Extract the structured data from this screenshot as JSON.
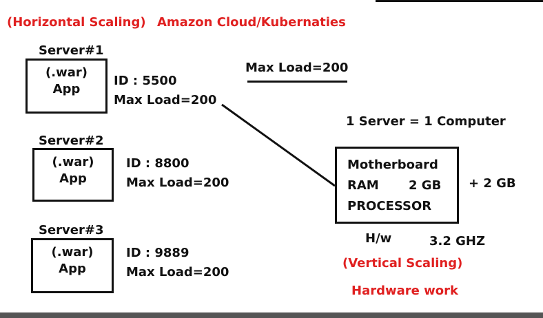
{
  "titles": {
    "horizontal": "(Horizontal Scaling)",
    "cloud": "Amazon Cloud/Kubernaties"
  },
  "servers": [
    {
      "name": "Server#1",
      "app_line1": "(.war)",
      "app_line2": "App",
      "id": "ID : 5500",
      "max_load": "Max Load=200"
    },
    {
      "name": "Server#2",
      "app_line1": "(.war)",
      "app_line2": "App",
      "id": "ID : 8800",
      "max_load": "Max Load=200"
    },
    {
      "name": "Server#3",
      "app_line1": "(.war)",
      "app_line2": "App",
      "id": "ID : 9889",
      "max_load": "Max Load=200"
    }
  ],
  "load_label": "Max Load=200",
  "equation": "1 Server = 1 Computer",
  "computer": {
    "motherboard": "Motherboard",
    "ram": "RAM",
    "ram_size": "2 GB",
    "processor": "PROCESSOR",
    "extra_ram": "+ 2 GB",
    "hw": "H/w",
    "clock": "3.2 GHZ"
  },
  "vertical": "(Vertical Scaling)",
  "hardware_work": "Hardware work",
  "colors": {
    "accent": "#e02020",
    "ink": "#111111"
  }
}
